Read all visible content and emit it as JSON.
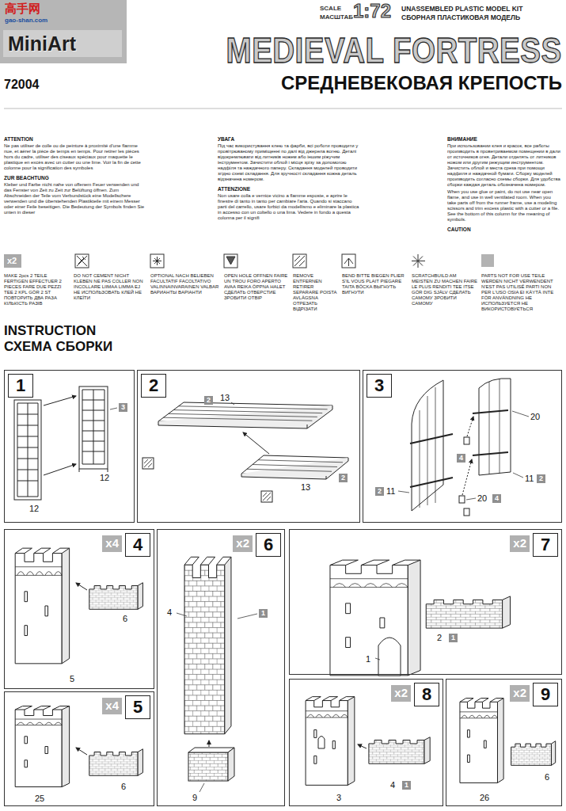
{
  "diagram": {
    "title": "MEDIEVAL FORTRESS",
    "nodes": [
      {
        "text": [
          "1"
        ]
      },
      {
        "text": [
          "2"
        ]
      },
      {
        "text": [
          "3"
        ]
      },
      {
        "text": [
          "x4",
          "4"
        ]
      },
      {
        "text": [
          "x4",
          "5"
        ]
      },
      {
        "text": [
          "x2",
          "6"
        ]
      },
      {
        "text": [
          "x2",
          "7"
        ]
      },
      {
        "text": [
          "x2",
          "8"
        ]
      },
      {
        "text": [
          "x2",
          "9"
        ]
      }
    ],
    "labels": [
      "高手网",
      "gao-shan.com",
      "MiniArt",
      "72004",
      "SCALE",
      "МАСШТАБ",
      "1:72",
      "UNASSEMBLED PLASTIC MODEL KIT",
      "СБОРНАЯ ПЛАСТИКОВАЯ МОДЕЛЬ",
      "СРЕДНЕВЕКОВАЯ КРЕПОСТЬ",
      "ATTENTION",
      "Ne pas utiliser de colle ou de peinture à proximité d'une flamme nue, et aérer la pièce de temps en temps. Pour retirer les pièces hors du cadre, utiliser des ciseaux spéciaux pour maquette le plastique en excès avec un cutter ou une lime. Voir la fin de cette colonne pour la signification des symboles",
      "ZUR BEACHTUNG",
      "Kleber und Farbe nicht nahe von offenem Feuer verwenden und das Fenster von Zeit zu Zeit zur Belüftung öffnen. Zum Abschneiden der Teile vom Verbundstück eine Modellschere verwenden und die überstehenden Plastikteile mit einem Messer oder einer Feile beseitigen. Die Bedeutung der Symbols finden Sie unten in dieser",
      "УВАГА",
      "Під час використування клею та фарби, всі роботи проводити у провітрюваному приміщенні по далі від джерела вогню. Деталі відокремлювати від литників ножем або іншим ріжучим інструментом. Зачистити облой і місця зрізу за допомогою надфіля та наждачного паперу. Складання моделей проводити згідно схемі складання. Для зручності складання кожна деталь відзначена номером.",
      "ATTENZIONE",
      "Non usare colla e vernice vicino a flamme esposte, e aprire le finestre di tanto in tanto per cambiare l'aria. Quando si staccano parti del carrello, usare forbici da modellismo e eliminare la plastica in accesso con un coltello o una lima. Vedere in fondo a questa colonna per il signifi",
      "ВНИМАНИЕ",
      "При использовании клея и красок, все работы производить в проветриваемом помещении в дали от источников огня. Детали отделять от литников ножом или другим режущим инструментом. Зачистить облой и места среза при помощи надфиля и наждачной бумаги. Сборку моделей производить согласно схемы сборки. Для удобства сборки каждая деталь обозначена номером.",
      "When you use glue or paint, do not use near open flame, and use in well ventilated room. When you take parts off from the runner frame, use a modeling scissors and trim excess plastic with a cutter or a file. See the bottom of this column for the meaning of symbols.",
      "CAUTION",
      "x2",
      "INSTRUCTION",
      "СХЕМА СБОРКИ",
      "12",
      "12",
      "3",
      "2",
      "13",
      "13",
      "2",
      "20",
      "4",
      "2",
      "11",
      "11",
      "2",
      "20",
      "4",
      "6",
      "5",
      "4",
      "1",
      "9",
      "1",
      "2",
      "1",
      "6",
      "25",
      "4",
      "1",
      "3",
      "6",
      "26"
    ],
    "legend": [
      {
        "text": "MAKE 2pcs 2 TEILE FERTIGEN EFFECTUER 2 PIECES FARE DUE PEZZI TEE 2 KPL GÖR 2 ST ПОВТОРИТЬ ДВА РАЗА КІЛЬКІСТЬ РАЗІВ"
      },
      {
        "text": "DO NOT CEMENT NICHT KLEBEN NE PAS COLLER NON INCOLLARE LIIMAA LIMMA EJ НЕ ИСПОЛЬЗОВАТЬ КЛЕЙ НЕ КЛЕЇТИ"
      },
      {
        "text": "OPTIONAL NACH BELIEBEN FACULTATIF FACOLTATIVO VALINNAINVARAINEN VALBAR ВАРИАНТЫ ВАРІАНТИ"
      },
      {
        "text": "OPEN HOLE OFFNEN FAIRE UN TROU FORO APERTO AVAA REIKA ÖPPNA HALET СДЕЛАТЬ ОТВЕРСТИЕ ЗРОБИТИ ОТВІР"
      },
      {
        "text": "REMOVE ENTFERNEN RETIRER SEPARARE POISTA AVLÄGSNA ОТРЕЗАТЬ ВІДРІЗАТИ"
      },
      {
        "text": "BEND BITTE BIEGEN PLIER S'IL VOUS PLAIT PIEGARE TAITA BÖCKA ВЫГНУТЬ ВИГНУТИ"
      },
      {
        "text": "SCRATCHBUILD AM MEISTEN ZU MACHEN FAIRE LE PLUS RENDITI TEE ITSE GÖR DIG SJÄLV СДЕЛАТЬ САМОМУ ЗРОБИТИ САМОМУ"
      },
      {
        "text": "PARTS NOT FOR USE TEILE WERDEN NICHT VERWENDENT N'EST PAS UTILISÉ PARTI NON PER L'USO OSIA EI KÄYTÄ INTE FÖR ANVÄNDNING НЕ ИСПОЛЬЗУЕТСЯ НЕ ВИКОРИСТОВУЄТЬСЯ",
        "color": "#b3b3b3"
      }
    ]
  }
}
